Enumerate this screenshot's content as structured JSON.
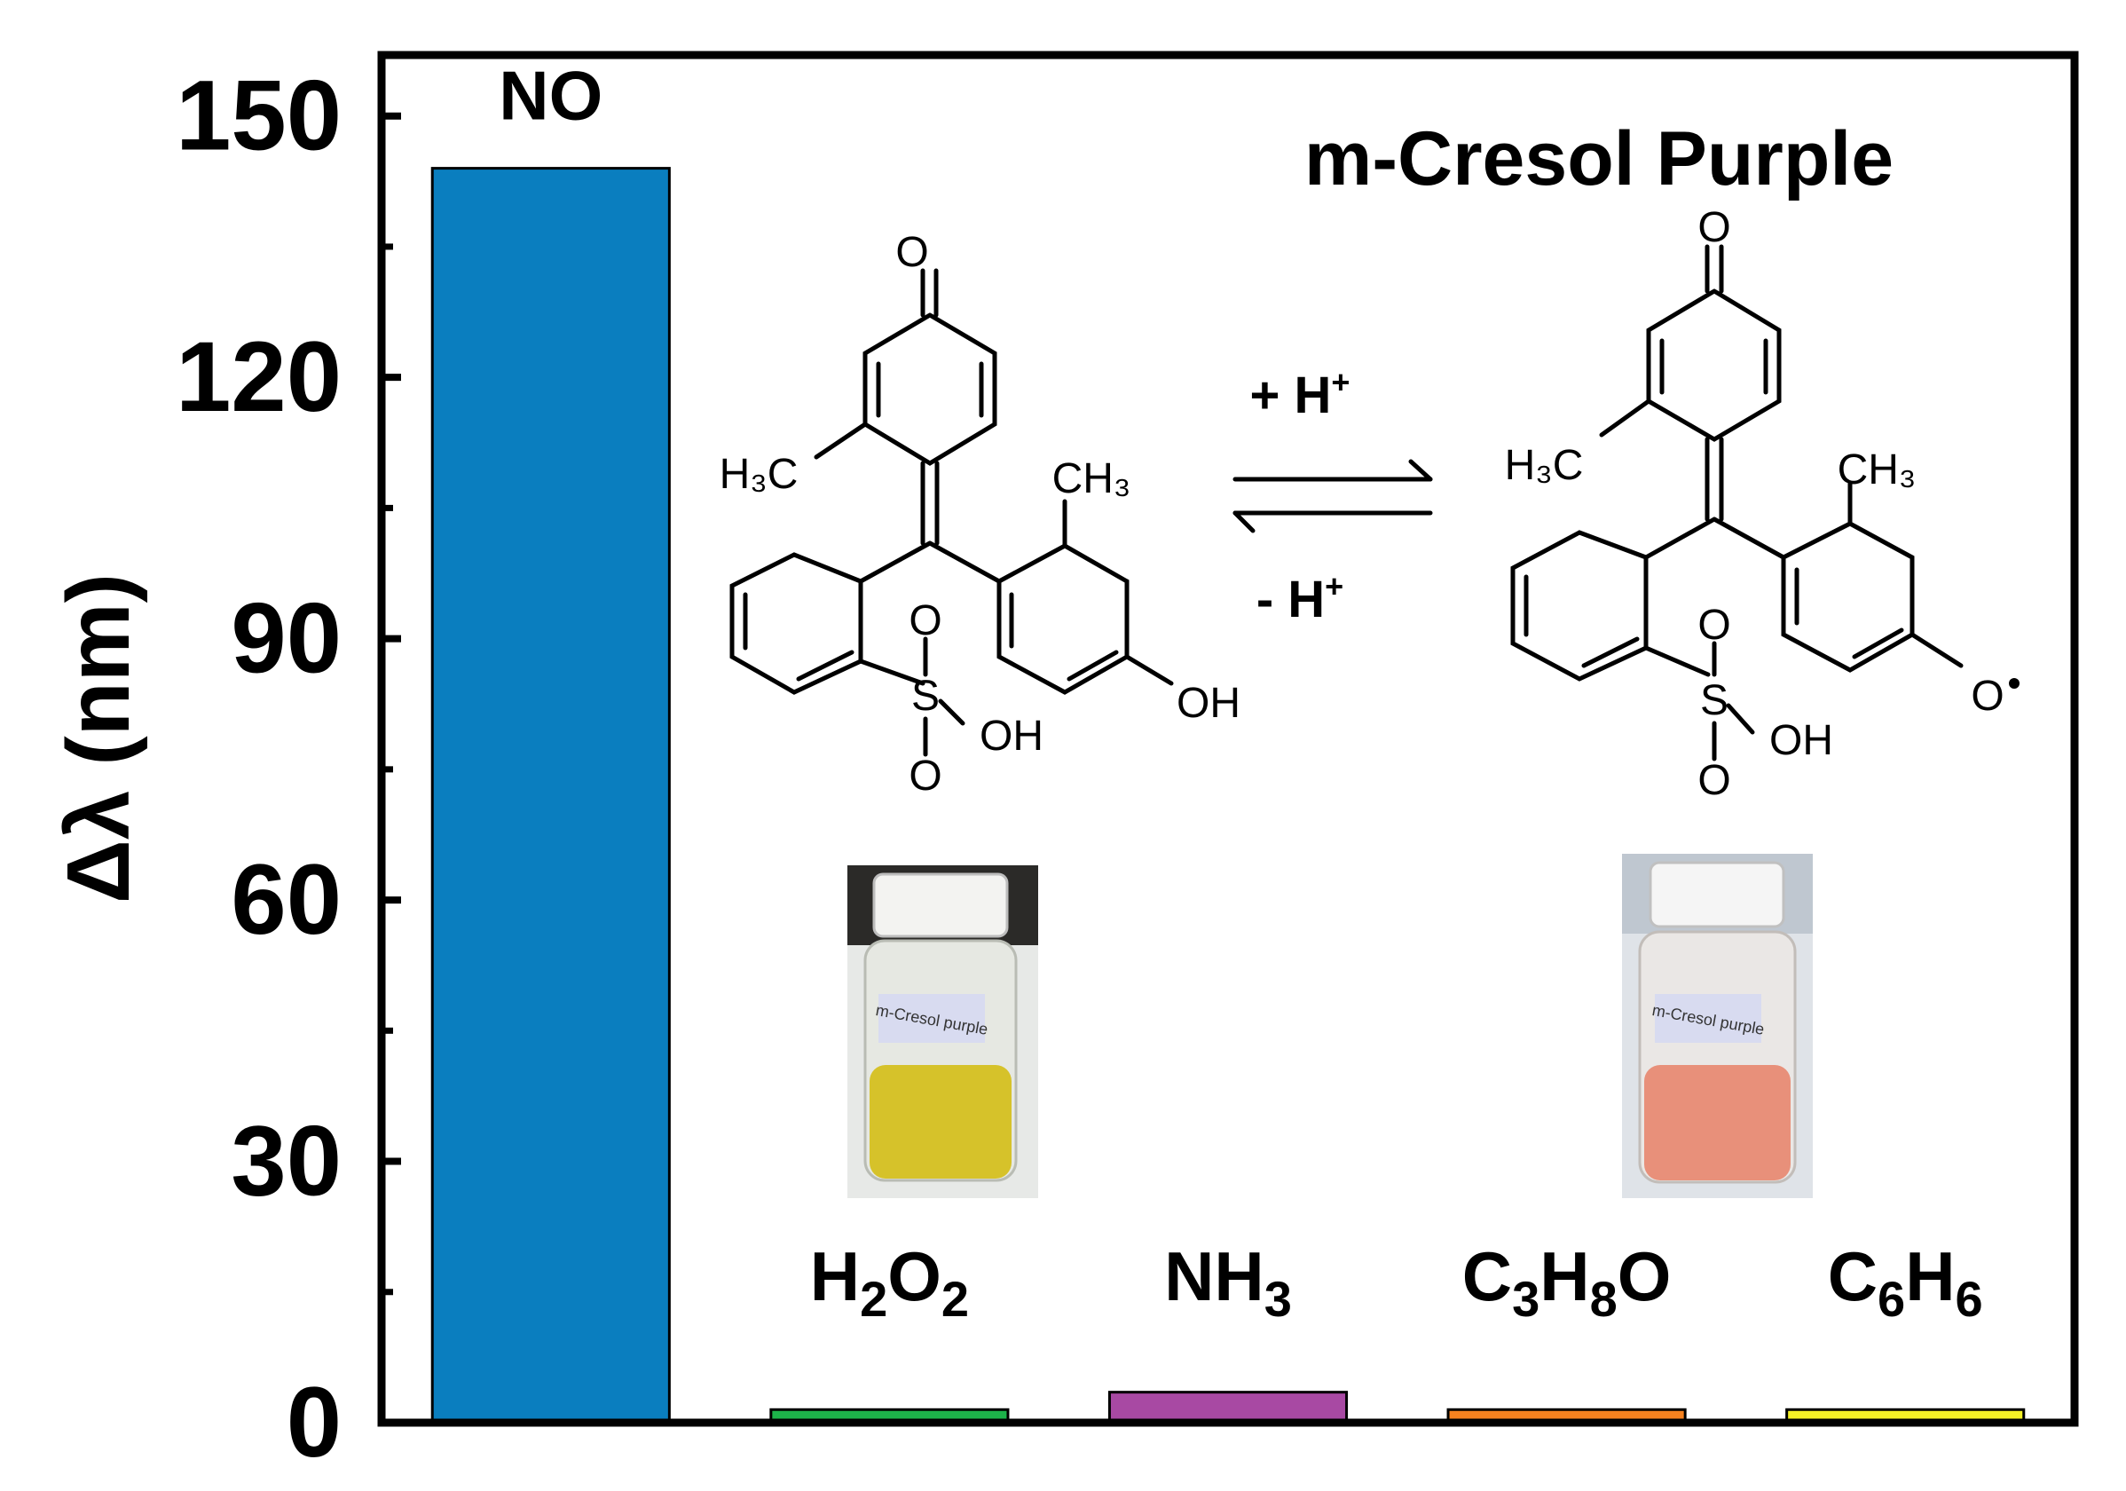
{
  "chart_data": {
    "type": "bar",
    "categories": [
      "NO",
      "H2O2",
      "NH3",
      "C3H8O",
      "C6H6"
    ],
    "category_labels": [
      {
        "main": "NO",
        "parts": [
          [
            "NO",
            false
          ]
        ]
      },
      {
        "main": "H2O2",
        "parts": [
          [
            "H",
            false
          ],
          [
            "2",
            true
          ],
          [
            "O",
            false
          ],
          [
            "2",
            true
          ]
        ]
      },
      {
        "main": "NH3",
        "parts": [
          [
            "NH",
            false
          ],
          [
            "3",
            true
          ]
        ]
      },
      {
        "main": "C3H8O",
        "parts": [
          [
            "C",
            false
          ],
          [
            "3",
            true
          ],
          [
            "H",
            false
          ],
          [
            "8",
            true
          ],
          [
            "O",
            false
          ]
        ]
      },
      {
        "main": "C6H6",
        "parts": [
          [
            "C",
            false
          ],
          [
            "6",
            true
          ],
          [
            "H",
            false
          ],
          [
            "6",
            true
          ]
        ]
      }
    ],
    "values": [
      144,
      1.5,
      3.5,
      1.5,
      1.5
    ],
    "colors": [
      "#0a7ebf",
      "#1db34a",
      "#a849a3",
      "#f7821f",
      "#f5f226"
    ],
    "ylabel": "Δλ (nm)",
    "xlabel": "",
    "ylim": [
      0,
      157
    ],
    "yticks": [
      0,
      30,
      60,
      90,
      120,
      150
    ],
    "grid": false
  },
  "inset": {
    "title": "m-Cresol Purple",
    "forward": "+ H",
    "backward": "- H",
    "superscript": "+",
    "photo_label_left": "m-Cresol purple",
    "photo_label_right": "m-Cresol purple",
    "solution_color_left": "#d6c22a",
    "solution_color_right": "#e8907a"
  }
}
